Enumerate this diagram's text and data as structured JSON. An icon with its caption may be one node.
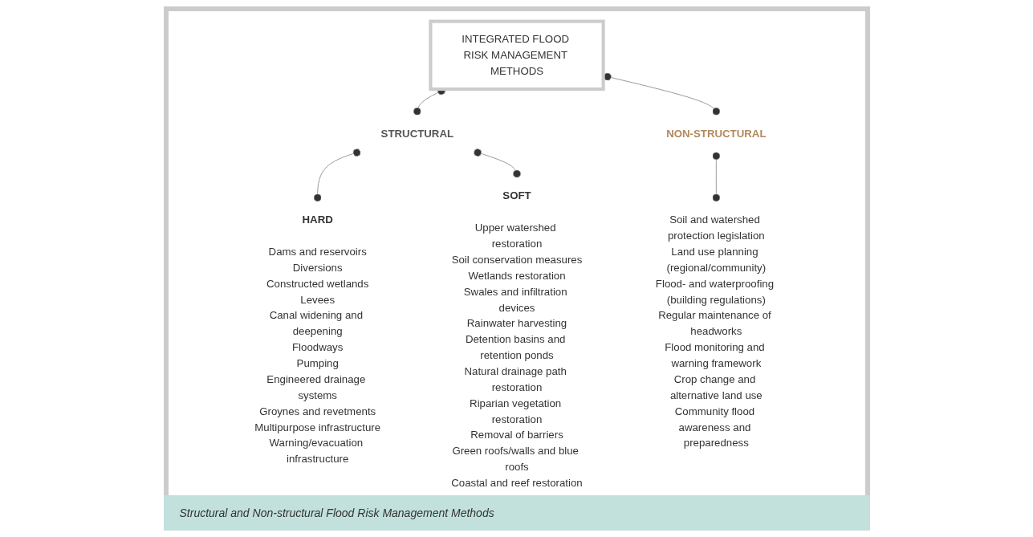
{
  "diagram": {
    "caption": "Structural and Non-structural Flood Risk Management Methods",
    "nodes": [
      {
        "text": [
          "INTEGRATED FLOOD RISK MANAGEMENT METHODS"
        ]
      },
      {
        "text": [
          "STRUCTURAL"
        ]
      },
      {
        "text": [
          "NON-STRUCTURAL"
        ]
      },
      {
        "text": [
          "HARD",
          "Dams and reservoirs",
          "Diversions",
          "Constructed wetlands",
          "Levees",
          "Canal widening and deepening",
          "Floodways",
          "Pumping",
          "Engineered drainage systems",
          "Groynes and revetments",
          "Multipurpose infrastructure",
          "Warning/evacuation infrastructure"
        ]
      },
      {
        "text": [
          "SOFT",
          "Upper watershed restoration",
          "Soil conservation measures",
          "Wetlands restoration",
          "Swales and infiltration devices",
          "Rainwater harvesting",
          "Detention basins and retention ponds",
          "Natural drainage path restoration",
          "Riparian vegetation restoration",
          "Removal of barriers",
          "Green roofs/walls and blue roofs",
          "Coastal and reef restoration"
        ]
      },
      {
        "text": [
          "Soil and watershed protection legislation",
          "Land use planning (regional/community)",
          "Flood- and waterproofing (building regulations)",
          "Regular maintenance of headworks",
          "Flood monitoring and warning framework",
          "Crop change and alternative land use",
          "Community flood awareness and preparedness"
        ]
      }
    ],
    "edges": [
      {
        "from": 0,
        "to": 1,
        "arrow": "other"
      },
      {
        "from": 0,
        "to": 2,
        "arrow": "other"
      },
      {
        "from": 1,
        "to": 3,
        "arrow": "other"
      },
      {
        "from": 1,
        "to": 4,
        "arrow": "other"
      },
      {
        "from": 2,
        "to": 5,
        "arrow": "other"
      }
    ]
  }
}
